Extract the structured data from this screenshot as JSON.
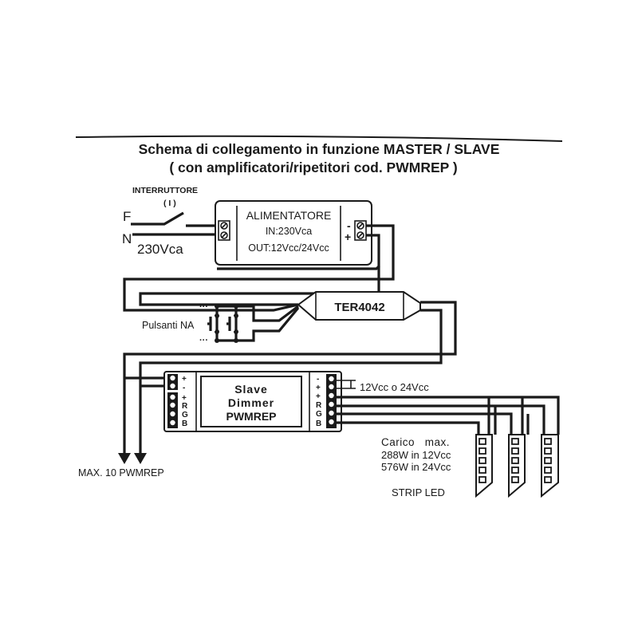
{
  "title": {
    "line1": "Schema di collegamento in funzione MASTER / SLAVE",
    "line2": "( con  amplificatori/ripetitori cod. PWMREP )"
  },
  "switch": {
    "label": "INTERRUTTORE",
    "symbol": "( I )",
    "phase_label": "F",
    "neutral_label": "N",
    "voltage": "230Vca"
  },
  "power_supply": {
    "name": "ALIMENTATORE",
    "input": "IN:230Vca",
    "output": "OUT:12Vcc/24Vcc",
    "minus": "-",
    "plus": "+"
  },
  "controller": {
    "name": "TER4042"
  },
  "push_buttons": {
    "label": "Pulsanti NA"
  },
  "slave": {
    "line1": "Slave",
    "line2": "Dimmer",
    "line3": "PWMREP",
    "left_terminals": [
      "+",
      "-",
      "+",
      "R",
      "G",
      "B"
    ],
    "right_terminals": [
      "-",
      "+",
      "+",
      "R",
      "G",
      "B"
    ],
    "supply_note": "12Vcc o 24Vcc"
  },
  "output_note": "MAX. 10 PWMREP",
  "load": {
    "line1": "Carico   max.",
    "line2": "288W in 12Vcc",
    "line3": "576W in 24Vcc",
    "strip_label": "STRIP LED",
    "strip_count": 3
  },
  "colors": {
    "ink": "#1a1a1a",
    "paper": "#ffffff"
  }
}
